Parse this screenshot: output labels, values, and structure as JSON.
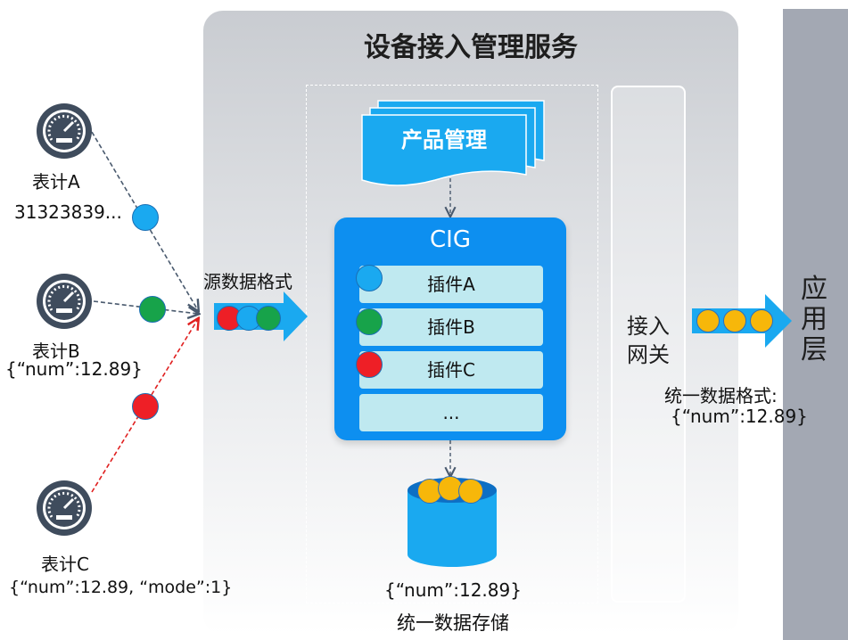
{
  "title": "设备接入管理服务",
  "product_mgmt": "产品管理",
  "cig": {
    "title": "CIG",
    "plugins": [
      "插件A",
      "插件B",
      "插件C",
      "..."
    ]
  },
  "gateway_label": "接入\n网关",
  "app_layer_label": "应\n用\n层",
  "meters": [
    {
      "name": "表计A",
      "data": "31323839..."
    },
    {
      "name": "表计B",
      "data": "{“num”:12.89}"
    },
    {
      "name": "表计C",
      "data": "{“num”:12.89, “mode”:1}"
    }
  ],
  "source_format_label": "源数据格式",
  "unified_format": {
    "label": "统一数据格式:",
    "example": "{“num”:12.89}"
  },
  "storage": {
    "example": "{“num”:12.89}",
    "label": "统一数据存储"
  },
  "colors": {
    "blue_dot": "#1aa9f0",
    "green_dot": "#17a34a",
    "red_dot": "#ee1f26",
    "yellow_dot": "#f7b70a",
    "accent": "#0d8ff0"
  }
}
